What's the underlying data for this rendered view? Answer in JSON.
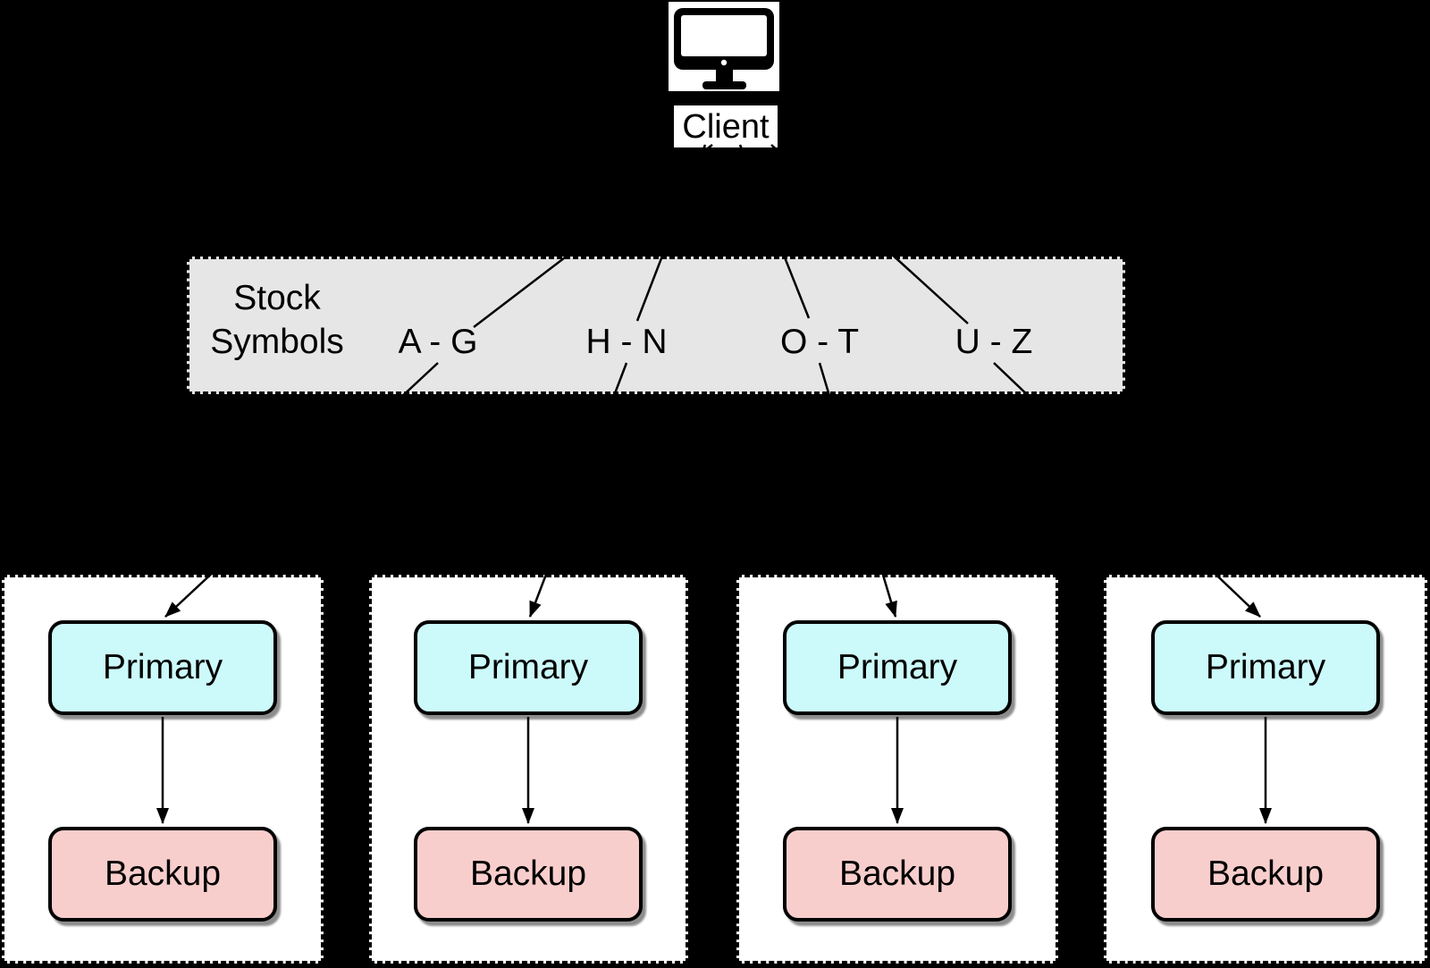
{
  "diagram": {
    "client": {
      "label": "Client",
      "icon": "monitor-icon"
    },
    "shard_band": {
      "title_line1": "Stock",
      "title_line2": "Symbols",
      "ranges": [
        "A - G",
        "H - N",
        "O - T",
        "U - Z"
      ]
    },
    "groups": [
      {
        "range": "A - G",
        "primary_label": "Primary",
        "backup_label": "Backup"
      },
      {
        "range": "H - N",
        "primary_label": "Primary",
        "backup_label": "Backup"
      },
      {
        "range": "O - T",
        "primary_label": "Primary",
        "backup_label": "Backup"
      },
      {
        "range": "U - Z",
        "primary_label": "Primary",
        "backup_label": "Backup"
      }
    ],
    "colors": {
      "background": "#000000",
      "band_fill": "#E6E6E6",
      "panel_fill": "#FFFFFF",
      "primary_fill": "#CCFAFA",
      "backup_fill": "#F8CECC",
      "line": "#000000"
    }
  }
}
